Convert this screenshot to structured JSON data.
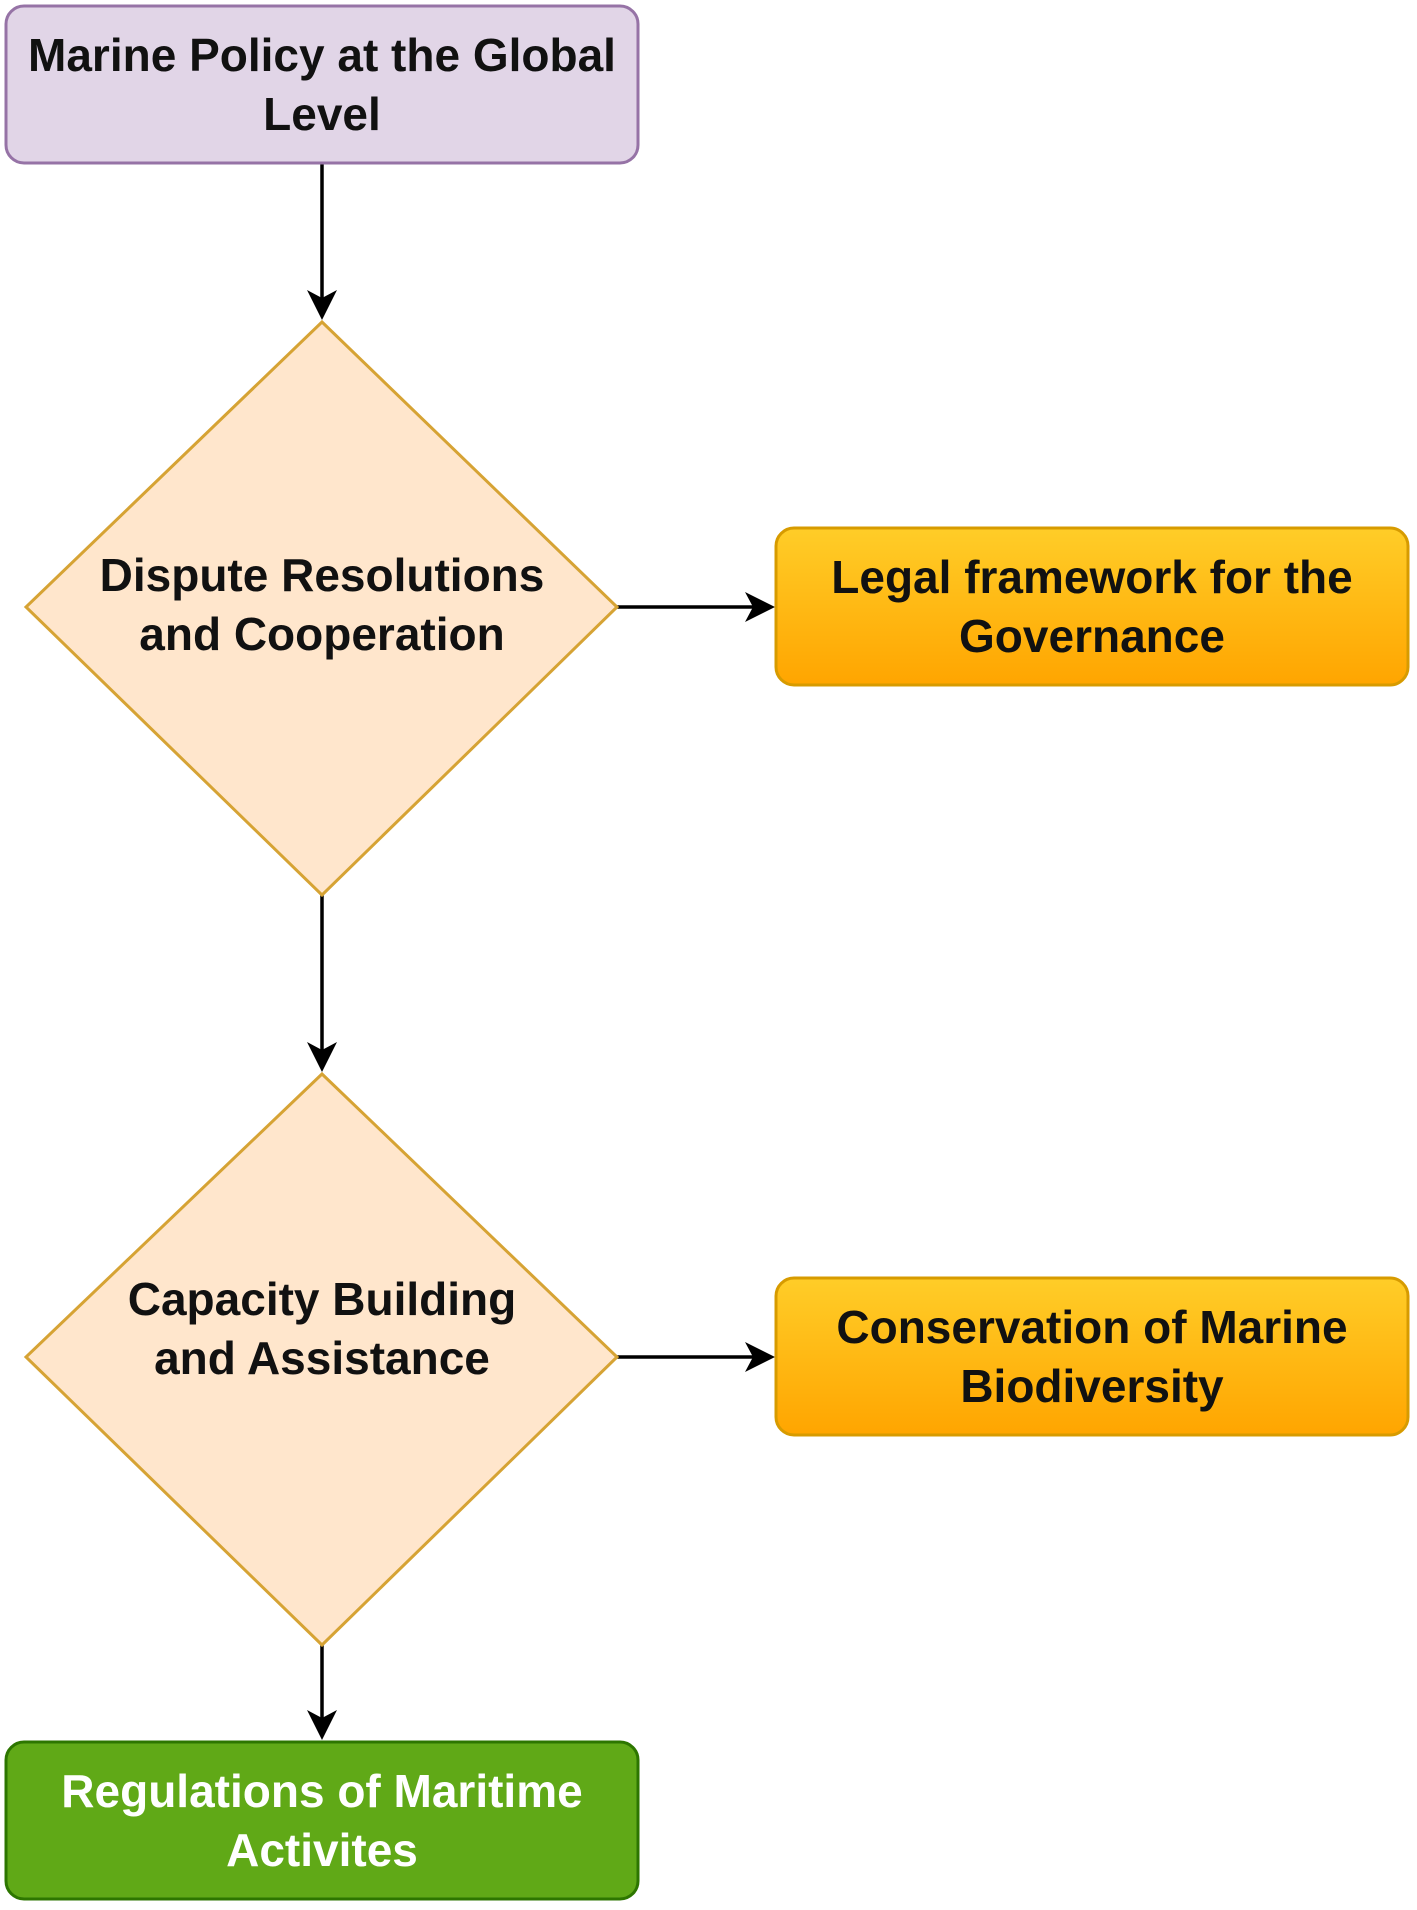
{
  "nodes": {
    "global_policy": {
      "lines": [
        "Marine Policy at the Global",
        "Level"
      ]
    },
    "dispute": {
      "lines": [
        "Dispute Resolutions",
        "and Cooperation"
      ]
    },
    "legal": {
      "lines": [
        "Legal framework for the",
        "Governance"
      ]
    },
    "capacity": {
      "lines": [
        "Capacity Building",
        "and Assistance"
      ]
    },
    "conservation": {
      "lines": [
        "Conservation of Marine",
        "Biodiversity"
      ]
    },
    "regulations": {
      "lines": [
        "Regulations of Maritime",
        "Activites"
      ]
    }
  },
  "colors": {
    "purple_fill": "#e1d5e7",
    "purple_stroke": "#9673a6",
    "diamond_fill": "#ffe6cc",
    "diamond_stroke": "#d6a334",
    "orange_fill_top": "#ffcd28",
    "orange_fill_bottom": "#ffa500",
    "orange_stroke": "#d79b00",
    "green_fill": "#60a917",
    "green_stroke": "#2d7600",
    "green_text": "#ffffff",
    "arrow": "#000000"
  }
}
